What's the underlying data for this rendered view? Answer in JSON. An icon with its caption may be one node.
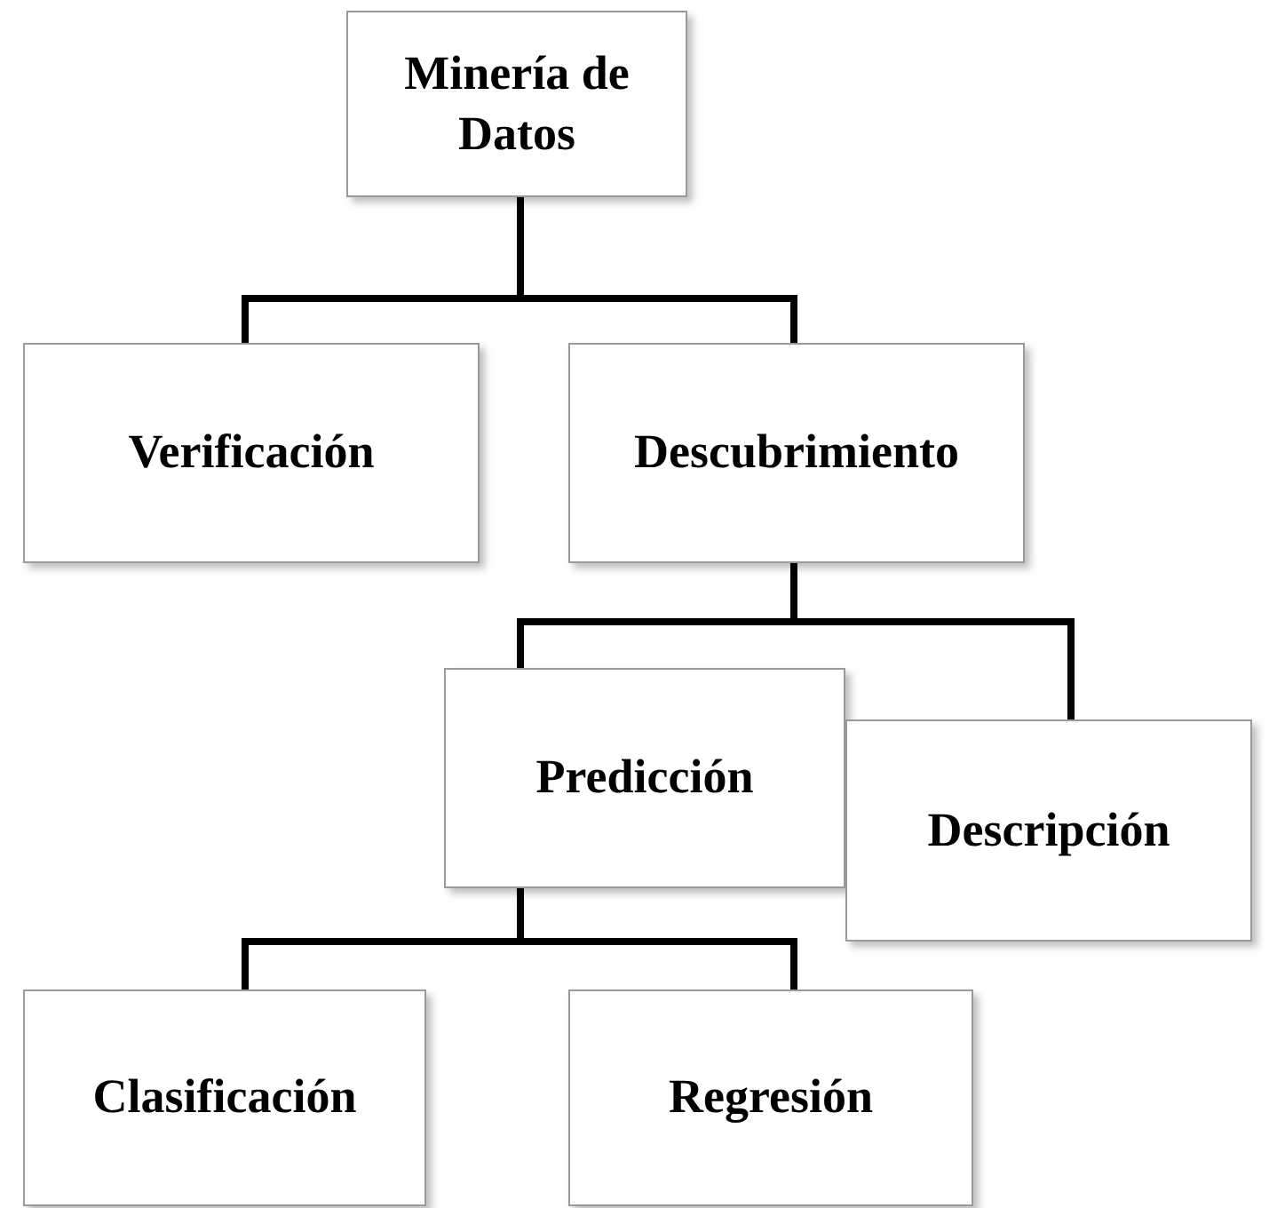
{
  "diagram": {
    "nodes": [
      {
        "text": [
          "Minería de Datos"
        ]
      },
      {
        "text": [
          "Verificación"
        ]
      },
      {
        "text": [
          "Descubrimiento"
        ]
      },
      {
        "text": [
          "Predicción"
        ]
      },
      {
        "text": [
          "Descripción"
        ]
      },
      {
        "text": [
          "Clasificación"
        ]
      },
      {
        "text": [
          "Regresión"
        ]
      }
    ],
    "edges": [
      {
        "from": 0,
        "to": 1,
        "arrow": "none"
      },
      {
        "from": 0,
        "to": 2,
        "arrow": "none"
      },
      {
        "from": 2,
        "to": 3,
        "arrow": "none"
      },
      {
        "from": 2,
        "to": 4,
        "arrow": "none"
      },
      {
        "from": 3,
        "to": 5,
        "arrow": "none"
      },
      {
        "from": 3,
        "to": 6,
        "arrow": "none"
      }
    ]
  }
}
